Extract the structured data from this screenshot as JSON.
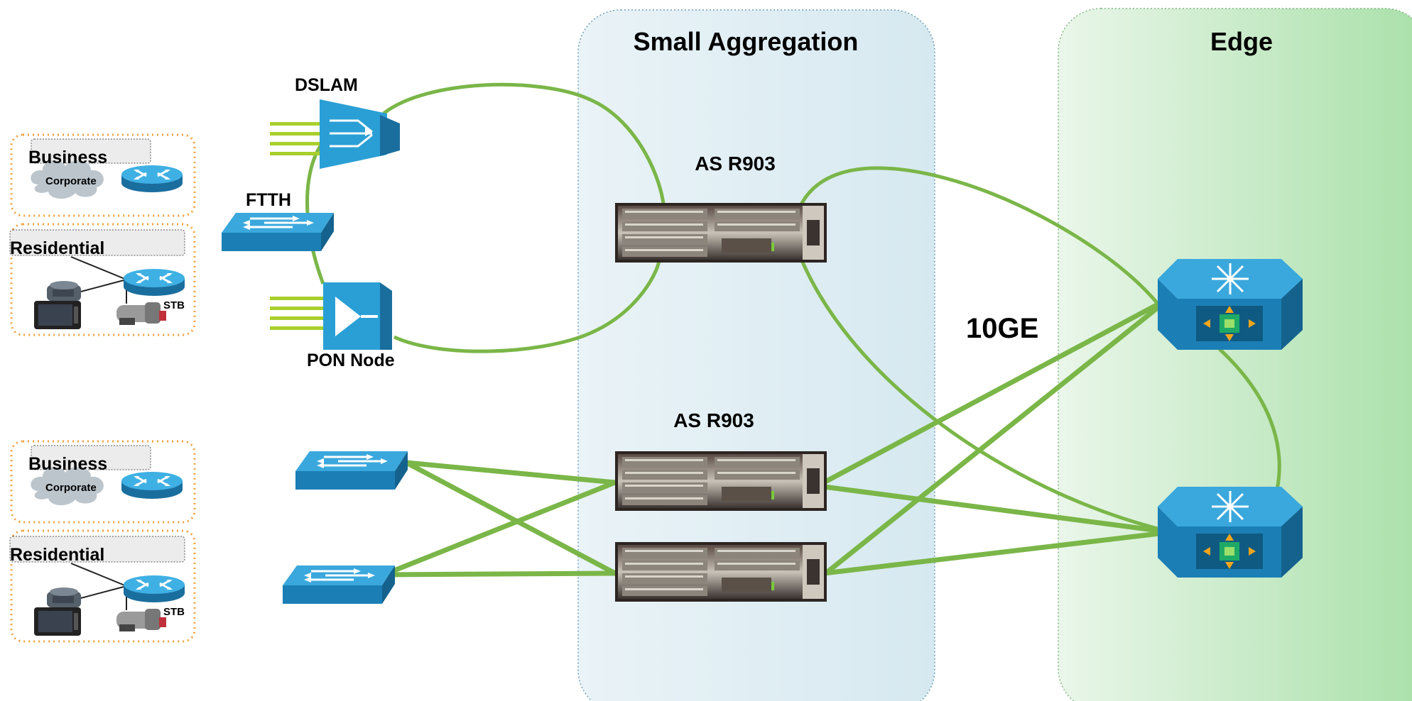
{
  "zones": {
    "small_aggregation": "Small Aggregation",
    "edge": "Edge"
  },
  "access": {
    "dslam": "DSLAM",
    "ftth": "FTTH",
    "pon_node": "PON Node"
  },
  "aggregation": {
    "label_top": "AS R903",
    "label_bottom": "AS R903"
  },
  "link_label": "10GE",
  "customer_groups": [
    {
      "business": {
        "title": "Business",
        "cloud": "Corporate"
      },
      "residential": {
        "title": "Residential",
        "stb": "STB"
      }
    },
    {
      "business": {
        "title": "Business",
        "cloud": "Corporate"
      },
      "residential": {
        "title": "Residential",
        "stb": "STB"
      }
    }
  ],
  "colors": {
    "link": "#7ab648",
    "device_blue": "#2a9fd6",
    "device_dark": "#1a6e9e",
    "zone_agg": "#dbeaf1",
    "zone_edge": "#c7e8c7",
    "dotted_border": "#f0a040"
  },
  "icons": [
    "dslam-icon",
    "ftth-switch-icon",
    "pon-node-icon",
    "router-icon",
    "switch-icon",
    "edge-router-icon",
    "phone-icon",
    "tv-icon",
    "camera-icon",
    "cloud-icon",
    "chassis-icon"
  ]
}
